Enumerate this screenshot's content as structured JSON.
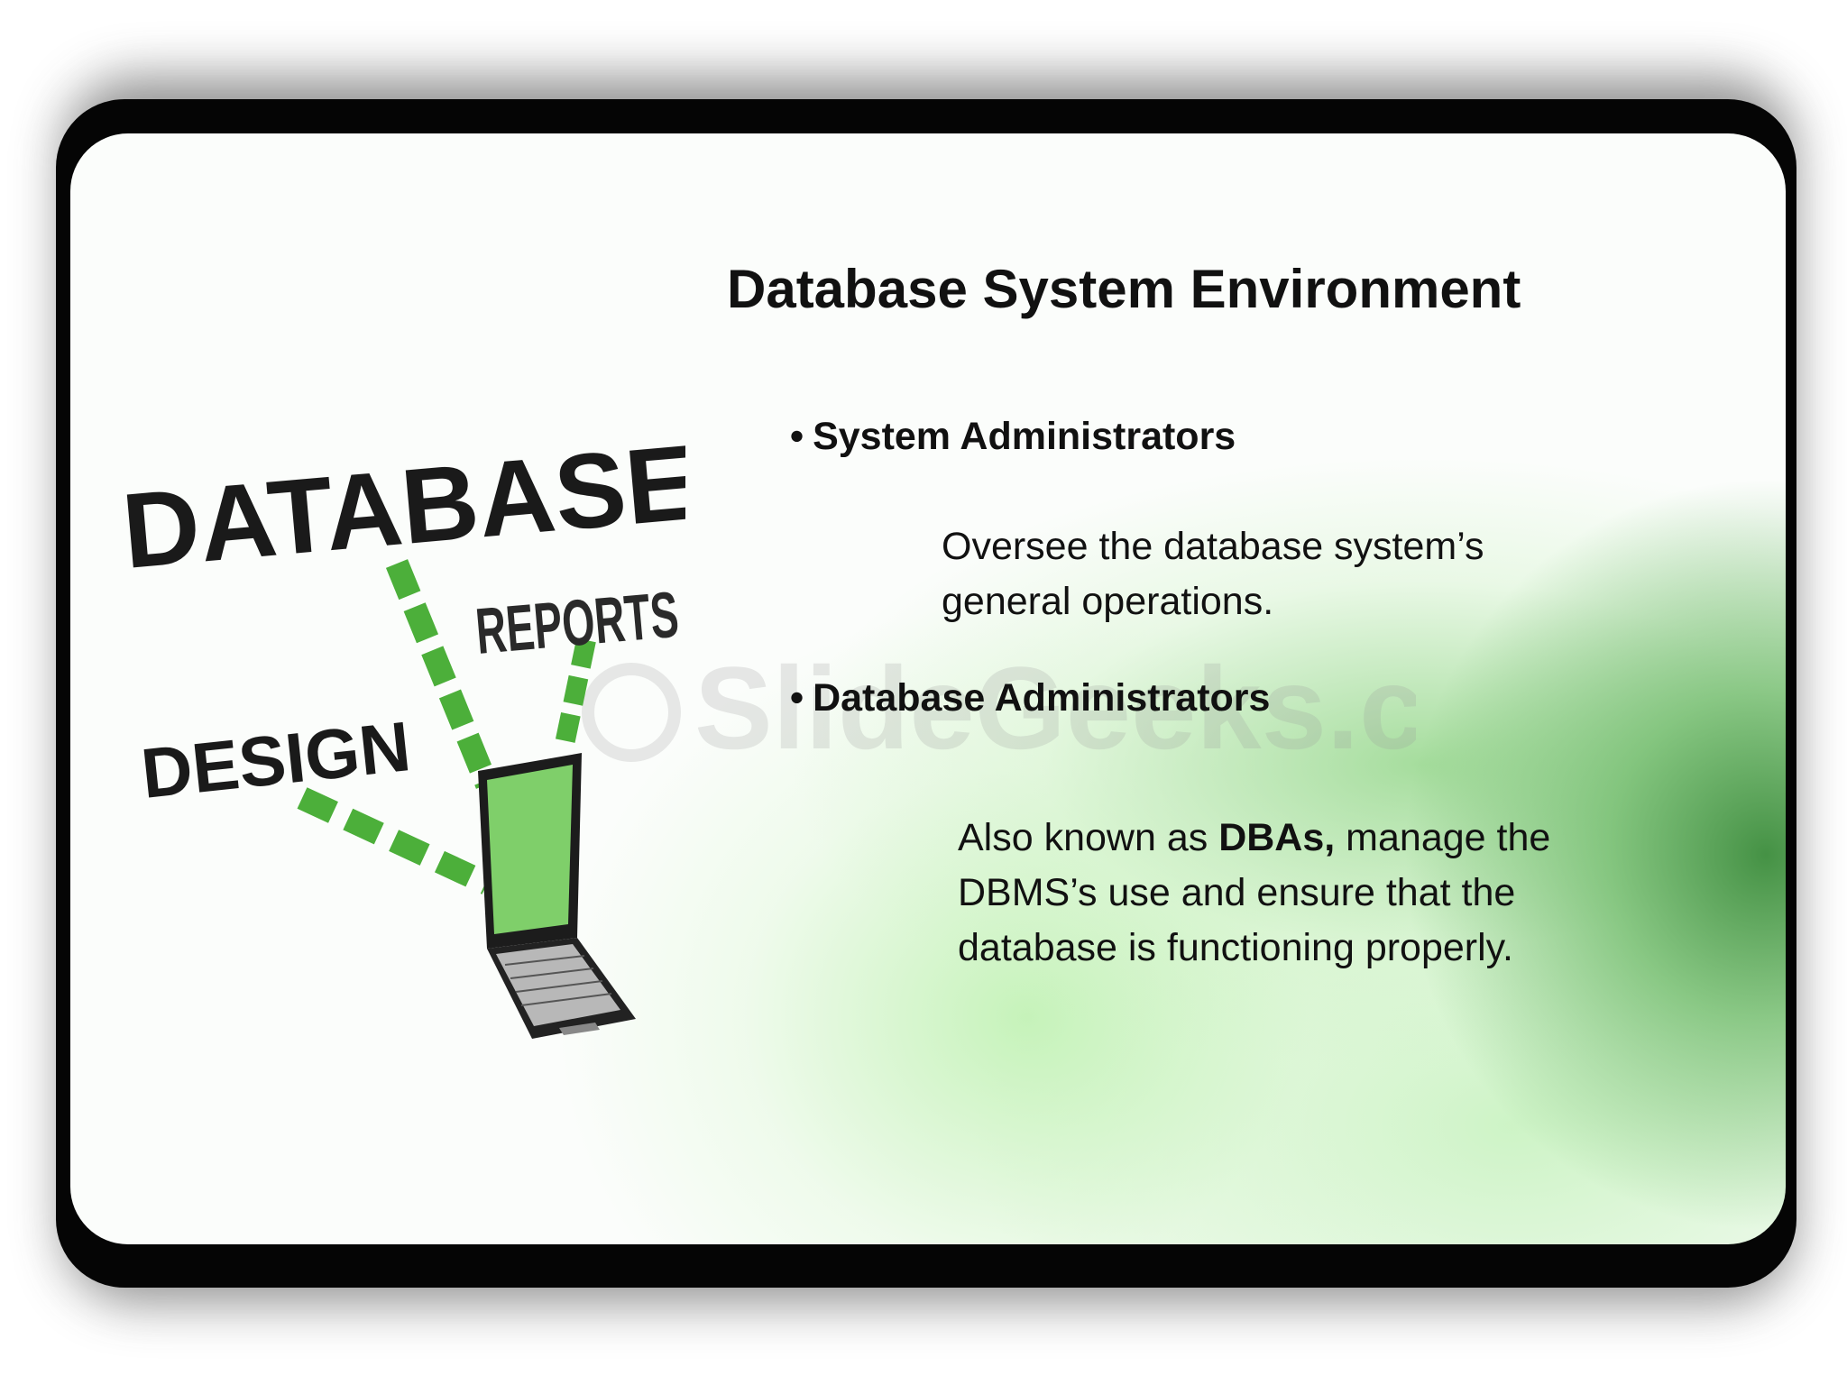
{
  "slide": {
    "title": "Database System Environment",
    "bullets": [
      {
        "label": "System Administrators",
        "description": "Oversee the database system’s general operations."
      },
      {
        "label": "Database Administrators",
        "description_prefix": "Also known as ",
        "description_bold": "DBAs,",
        "description_suffix": " manage the DBMS’s use and ensure that the database is functioning properly."
      }
    ],
    "bullet_char": "•"
  },
  "illustration": {
    "word_database": "DATABASE",
    "word_reports": "REPORTS",
    "word_design": "DESIGN",
    "icon": "laptop-icon"
  },
  "watermark": {
    "text": "SlideGeeks.com"
  },
  "colors": {
    "accent_green": "#4caf3a",
    "frame": "#050505",
    "text": "#111111"
  }
}
